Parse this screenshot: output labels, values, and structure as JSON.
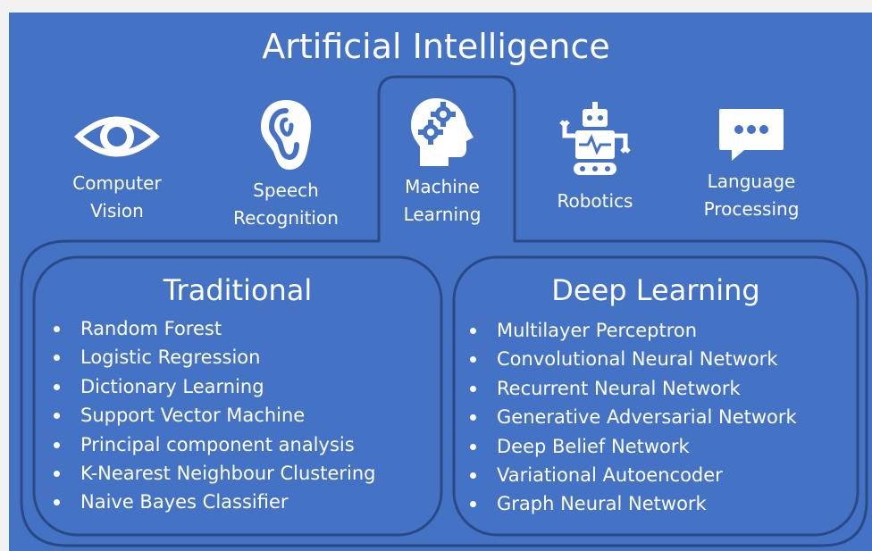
{
  "title": "Artificial Intelligence",
  "colors": {
    "background": "#4472c4",
    "outline": "#2a4a86",
    "text": "#ffffff"
  },
  "categories": [
    {
      "label": "Computer\nVision",
      "icon": "eye-icon"
    },
    {
      "label": "Speech\nRecognition",
      "icon": "ear-icon"
    },
    {
      "label": "Machine\nLearning",
      "icon": "brain-gears-icon"
    },
    {
      "label": "Robotics",
      "icon": "robot-icon"
    },
    {
      "label": "Language\nProcessing",
      "icon": "speech-bubble-icon"
    }
  ],
  "traditional": {
    "title": "Traditional",
    "items": [
      "Random Forest",
      "Logistic Regression",
      "Dictionary Learning",
      "Support Vector Machine",
      "Principal component analysis",
      "K-Nearest Neighbour Clustering",
      "Naive Bayes Classifier"
    ]
  },
  "deep_learning": {
    "title": "Deep Learning",
    "items": [
      "Multilayer Perceptron",
      "Convolutional Neural Network",
      "Recurrent Neural Network",
      "Generative Adversarial Network",
      "Deep Belief Network",
      "Variational Autoencoder",
      "Graph Neural Network"
    ]
  }
}
